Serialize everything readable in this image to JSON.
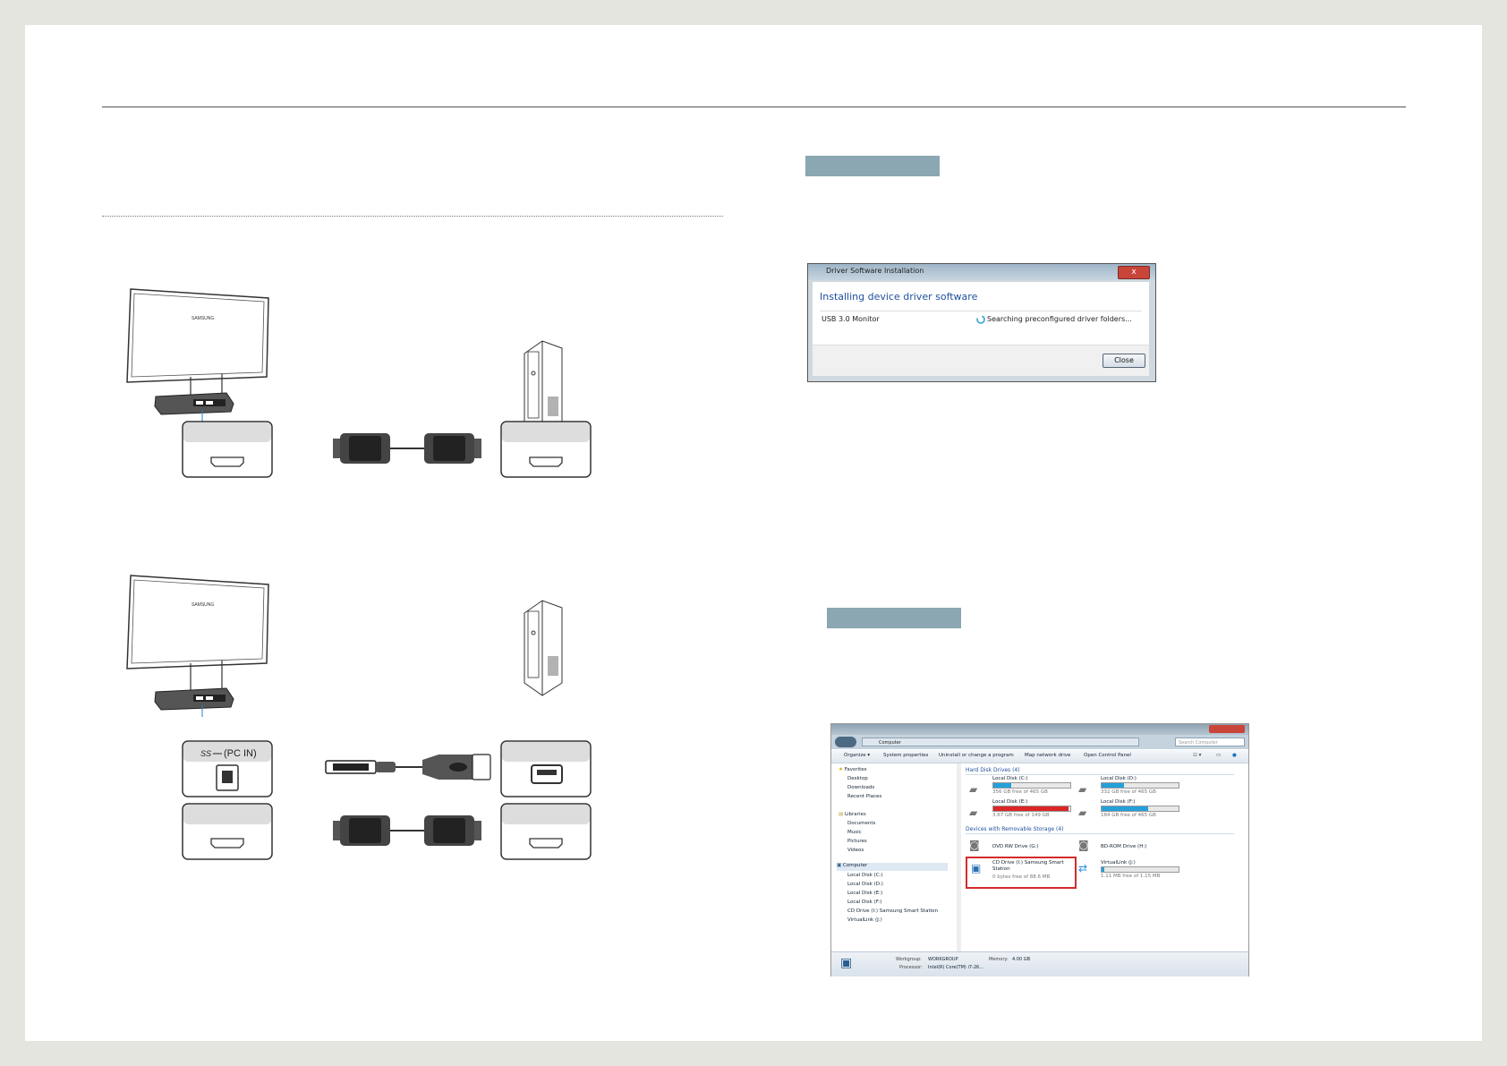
{
  "dialog": {
    "title": "Driver Software Installation",
    "close_x": "x",
    "heading": "Installing device driver software",
    "device": "USB 3.0 Monitor",
    "status": "Searching preconfigured driver folders...",
    "close_button": "Close"
  },
  "diagram": {
    "brand": "SAMSUNG",
    "usb_port_label": "(PC IN)",
    "usb_logo": "SS"
  },
  "explorer": {
    "address": "Computer",
    "search_placeholder": "Search Computer",
    "toolbar": [
      "Organize ▾",
      "System properties",
      "Uninstall or change a program",
      "Map network drive",
      "Open Control Panel"
    ],
    "nav": {
      "favorites": "Favorites",
      "fav_items": [
        "Desktop",
        "Downloads",
        "Recent Places"
      ],
      "libraries": "Libraries",
      "lib_items": [
        "Documents",
        "Music",
        "Pictures",
        "Videos"
      ],
      "computer": "Computer",
      "comp_items": [
        "Local Disk (C:)",
        "Local Disk (D:)",
        "Local Disk (E:)",
        "Local Disk (F:)",
        "CD Drive (I:) Samsung Smart Station",
        "VirtualLink (J:)"
      ]
    },
    "hdd_header": "Hard Disk Drives (4)",
    "drives": [
      {
        "name": "Local Disk (C:)",
        "free": "356 GB free of 465 GB",
        "fill": 0.23,
        "color": "#26a0da"
      },
      {
        "name": "Local Disk (D:)",
        "free": "332 GB free of 465 GB",
        "fill": 0.29,
        "color": "#26a0da"
      },
      {
        "name": "Local Disk (E:)",
        "free": "3.67 GB free of 149 GB",
        "fill": 0.97,
        "color": "#da2626"
      },
      {
        "name": "Local Disk (F:)",
        "free": "184 GB free of 465 GB",
        "fill": 0.6,
        "color": "#26a0da"
      }
    ],
    "removable_header": "Devices with Removable Storage (4)",
    "removable": [
      {
        "name": "DVD RW Drive (G:)"
      },
      {
        "name": "BD-ROM Drive (H:)"
      },
      {
        "name": "CD Drive (I:) Samsung Smart Station",
        "free": "0 bytes free of 88.6 MB"
      },
      {
        "name": "VirtualLink (J:)",
        "free": "1.11 MB free of 1.15 MB",
        "fill": 0.03,
        "color": "#26a0da"
      }
    ],
    "status": {
      "workgroup_label": "Workgroup:",
      "workgroup": "WORKGROUP",
      "memory_label": "Memory:",
      "memory": "4.00 GB",
      "processor_label": "Processor:",
      "processor": "Intel(R) Core(TM) i7-26..."
    }
  }
}
